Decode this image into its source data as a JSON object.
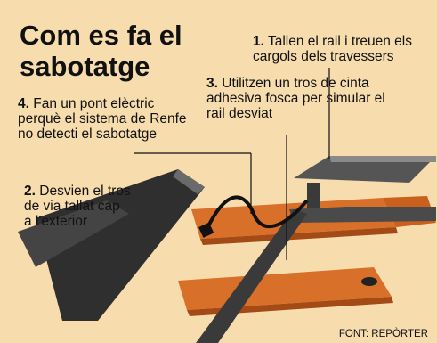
{
  "title": "Com es fa el sabotatge",
  "steps": [
    {
      "num": "1.",
      "text": "Tallen el rail i treuen els cargols dels travessers"
    },
    {
      "num": "2.",
      "text": "Desvien el tros de via tallat cap a l'exterior"
    },
    {
      "num": "3.",
      "text": "Utilitzen un tros de cinta adhesiva fosca per simular el rail desviat"
    },
    {
      "num": "4.",
      "text": "Fan un pont elèctric perquè el sistema de Renfe no detecti el sabotatge"
    }
  ],
  "source": "FONT: REPÒRTER",
  "colors": {
    "background": "#f7dcae",
    "rail": "#4a4a4a",
    "sleeper": "#d9702a",
    "cable": "#111111"
  }
}
